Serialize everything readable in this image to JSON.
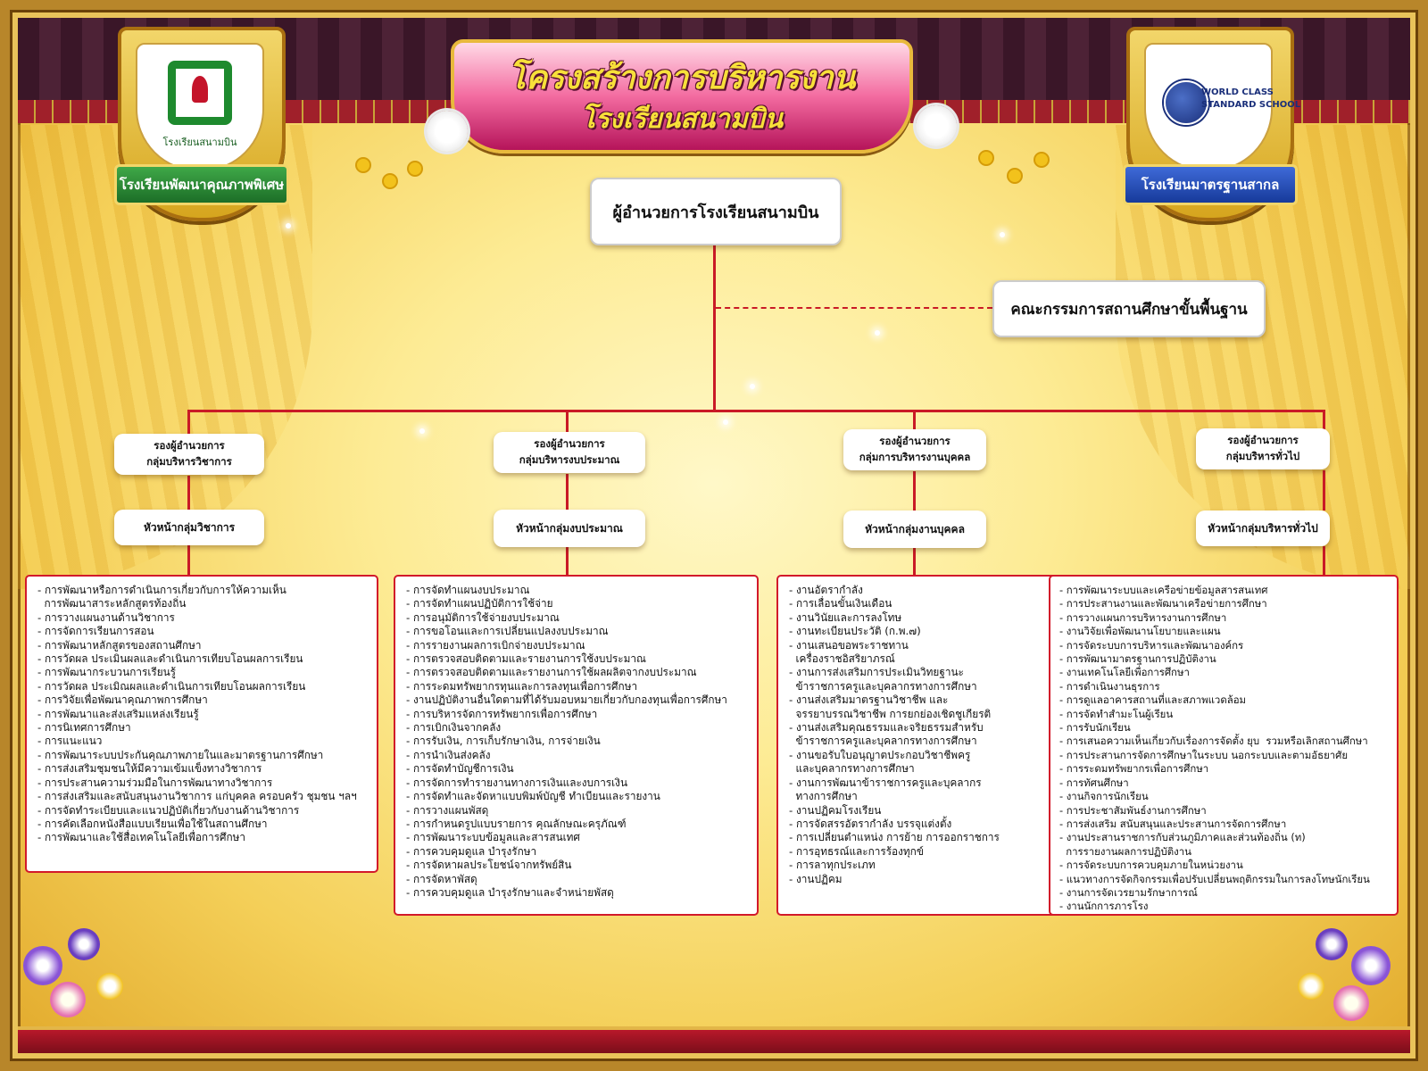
{
  "title": {
    "line1": "โครงสร้างการบริหารงาน",
    "line2": "โรงเรียนสนามบิน"
  },
  "logos": {
    "left": {
      "caption": "โรงเรียนสนามบิน",
      "ribbon": "โรงเรียนพัฒนาคุณภาพพิเศษ"
    },
    "right": {
      "brand_line1": "WORLD CLASS",
      "brand_line2": "STANDARD SCHOOL",
      "ribbon": "โรงเรียนมาตรฐานสากล"
    }
  },
  "director": "ผู้อำนวยการโรงเรียนสนามบิน",
  "committee": "คณะกรรมการสถานศึกษาขั้นพื้นฐาน",
  "departments": [
    {
      "deputy_line1": "รองผู้อำนวยการ",
      "deputy_line2": "กลุ่มบริหารวิชาการ",
      "head": "หัวหน้ากลุ่มวิชาการ",
      "tasks": [
        "- การพัฒนาหรือการดำเนินการเกี่ยวกับการให้ความเห็น\n  การพัฒนาสาระหลักสูตรท้องถิ่น",
        "- การวางแผนงานด้านวิชาการ",
        "- การจัดการเรียนการสอน",
        "- การพัฒนาหลักสูตรของสถานศึกษา",
        "- การวัดผล ประเมินผลและดำเนินการเทียบโอนผลการเรียน",
        "- การพัฒนากระบวนการเรียนรู้",
        "- การวัดผล ประเมิณผลและดำเนินการเทียบโอนผลการเรียน",
        "- การวิจัยเพื่อพัฒนาคุณภาพการศึกษา",
        "- การพัฒนาและส่งเสริมแหล่งเรียนรู้",
        "- การนิเทศการศึกษา",
        "- การแนะแนว",
        "- การพัฒนาระบบประกันคุณภาพภายในและมาตรฐานการศึกษา",
        "- การส่งเสริมชุมชนให้มีความเข้มแข็งทางวิชาการ",
        "- การประสานความร่วมมือในการพัฒนาทางวิชาการ",
        "- การส่งเสริมและสนับสนุนงานวิชาการ แก่บุคคล ครอบครัว ชุมชน ฯลฯ",
        "- การจัดทำระเบียบและแนวปฏิบัติเกี่ยวกับงานด้านวิชาการ",
        "- การคัดเลือกหนังสือแบบเรียนเพื่อใช้ในสถานศึกษา",
        "- การพัฒนาและใช้สื่อเทคโนโลยีเพื่อการศึกษา"
      ]
    },
    {
      "deputy_line1": "รองผู้อำนวยการ",
      "deputy_line2": "กลุ่มบริหารงบประมาณ",
      "head": "หัวหน้ากลุ่มงบประมาณ",
      "tasks": [
        "- การจัดทำแผนงบประมาณ",
        "- การจัดทำแผนปฏิบัติการใช้จ่าย",
        "- การอนุมัติการใช้จ่ายงบประมาณ",
        "- การขอโอนและการเปลี่ยนแปลงงบประมาณ",
        "- การรายงานผลการเบิกจ่ายงบประมาณ",
        "- การตรวจสอบติดตามและรายงานการใช้งบประมาณ",
        "- การตรวจสอบติดตามและรายงานการใช้ผลผลิตจากงบประมาณ",
        "- การระดมทรัพยากรทุนและการลงทุนเพื่อการศึกษา",
        "- งานปฏิบัติงานอื่นใดตามที่ได้รับมอบหมายเกี่ยวกับกองทุนเพื่อการศึกษา",
        "- การบริหารจัดการทรัพยากรเพื่อการศึกษา",
        "- การเบิกเงินจากคลัง",
        "- การรับเงิน, การเก็บรักษาเงิน, การจ่ายเงิน",
        "- การนำเงินส่งคลัง",
        "- การจัดทำบัญชีการเงิน",
        "- การจัดการทำรายงานทางการเงินและงบการเงิน",
        "- การจัดทำและจัดหาแบบพิมพ์บัญชี ทำเบียนและรายงาน",
        "- การวางแผนพัสดุ",
        "- การกำหนดรูปแบบรายการ คุณลักษณะครุภัณฑ์",
        "- การพัฒนาระบบข้อมูลและสารสนเทศ",
        "- การควบคุมดูแล บำรุงรักษา",
        "- การจัดหาผลประโยชน์จากทรัพย์สิน",
        "- การจัดหาพัสดุ",
        "- การควบคุมดูแล บำรุงรักษาและจำหน่ายพัสดุ"
      ]
    },
    {
      "deputy_line1": "รองผู้อำนวยการ",
      "deputy_line2": "กลุ่มการบริหารงานบุคคล",
      "head": "หัวหน้ากลุ่มงานบุคคล",
      "tasks": [
        "- งานอัตรากำลัง",
        "- การเลื่อนขั้นเงินเดือน",
        "- งานวินัยและการลงโทษ",
        "- งานทะเบียนประวัติ (ก.พ.๗)",
        "- งานเสนอขอพระราชทาน\n  เครื่องราชอิสริยาภรณ์",
        "- งานการส่งเสริมการประเมินวิทยฐานะ\n  ข้าราชการครูและบุคลากรทางการศึกษา",
        "- งานส่งเสริมมาตรฐานวิชาชีพ และ\n  จรรยาบรรณวิชาชีพ การยกย่องเชิดชูเกียรติ",
        "- งานส่งเสริมคุณธรรมและจริยธรรมสำหรับ\n  ข้าราชการครูและบุคลากรทางการศึกษา",
        "- งานขอรับใบอนุญาตประกอบวิชาชีพครู\n  และบุคลากรทางการศึกษา",
        "- งานการพัฒนาข้าราชการครูและบุคลากร\n  ทางการศึกษา",
        "- งานปฏิคมโรงเรียน",
        "- การจัดสรรอัตรากำลัง บรรจุแต่งตั้ง",
        "- การเปลี่ยนตำแหน่ง การย้าย การออกราชการ",
        "- การอุทธรณ์และการร้องทุกข์",
        "- การลาทุกประเภท",
        "- งานปฏิคม"
      ]
    },
    {
      "deputy_line1": "รองผู้อำนวยการ",
      "deputy_line2": "กลุ่มบริหารทั่วไป",
      "head": "หัวหน้ากลุ่มบริหารทั่วไป",
      "tasks": [
        "- การพัฒนาระบบและเครือข่ายข้อมูลสารสนเทศ",
        "- การประสานงานและพัฒนาเครือข่ายการศึกษา",
        "- การวางแผนการบริหารงานการศึกษา",
        "- งานวิจัยเพื่อพัฒนานโยบายและแผน",
        "- การจัดระบบการบริหารและพัฒนาองค์กร",
        "- การพัฒนามาตรฐานการปฏิบัติงาน",
        "- งานเทคโนโลยีเพื่อการศึกษา",
        "- การดำเนินงานธุรการ",
        "- การดูแลอาคารสถานที่และสภาพแวดล้อม",
        "- การจัดทำสำมะโนผู้เรียน",
        "- การรับนักเรียน",
        "- การเสนอความเห็นเกี่ยวกับเรื่องการจัดตั้ง ยุบ  รวมหรือเลิกสถานศึกษา",
        "- การประสานการจัดการศึกษาในระบบ นอกระบบและตามอัธยาศัย",
        "- การระดมทรัพยากรเพื่อการศึกษา",
        "- การทัศนศึกษา",
        "- งานกิจการนักเรียน",
        "- การประชาสัมพันธ์งานการศึกษา",
        "- การส่งเสริม สนับสนุนและประสานการจัดการศึกษา",
        "- งานประสานราชการกับส่วนภูมิภาคและส่วนท้องถิ่น (ท)\n  การรายงานผลการปฏิบัติงาน",
        "- การจัดระบบการควบคุมภายในหน่วยงาน",
        "- แนวทางการจัดกิจกรรมเพื่อปรับเปลี่ยนพฤติกรรมในการลงโทษนักเรียน",
        "- งานการจัดเวรยามรักษาการณ์",
        "- งานนักการภารโรง"
      ]
    }
  ],
  "colors": {
    "connector": "#c91a26",
    "list_border": "#d2192a",
    "banner": "#e5357a",
    "ribbon_green": "#1c6e27",
    "ribbon_blue": "#173a9a"
  }
}
